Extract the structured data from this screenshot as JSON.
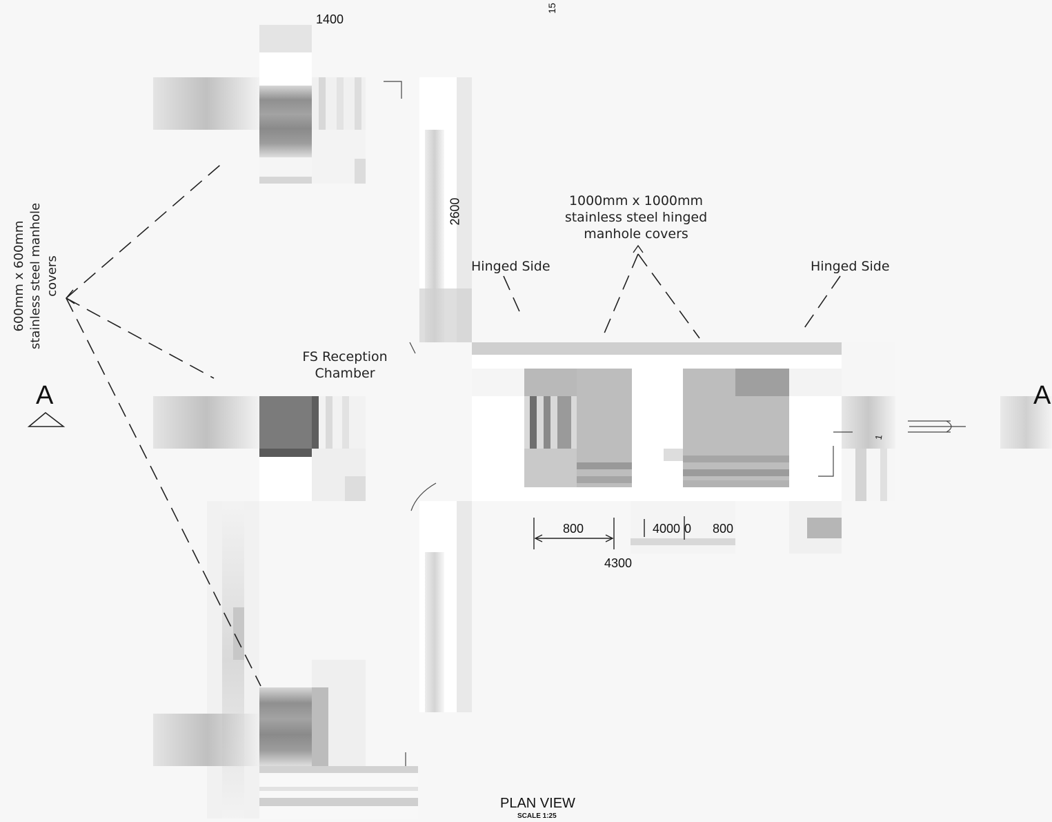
{
  "labels": {
    "manhole_600": [
      "600mm x 600mm",
      "stainless steel manhole",
      "covers"
    ],
    "manhole_1000": [
      "1000mm x 1000mm",
      "stainless steel hinged",
      "manhole covers"
    ],
    "hinged_left": "Hinged Side",
    "hinged_right": "Hinged Side",
    "fs_reception": [
      "FS Reception",
      "Chamber"
    ],
    "section_left": "A",
    "section_right": "A",
    "title": "PLAN VIEW",
    "scale": "SCALE  1:25",
    "top_cut": "15"
  },
  "dimensions": {
    "top": "1400",
    "vertical": "2600",
    "d1": "800",
    "d2": "4000",
    "d3": "0",
    "d4": "800",
    "overall": "4300",
    "small": "1"
  },
  "colors": {
    "background": "#f7f7f7",
    "line": "#333333",
    "dark_fill": "#7a7a7a",
    "mid_fill": "#bdbdbd",
    "light_fill": "#e2e2e2"
  }
}
